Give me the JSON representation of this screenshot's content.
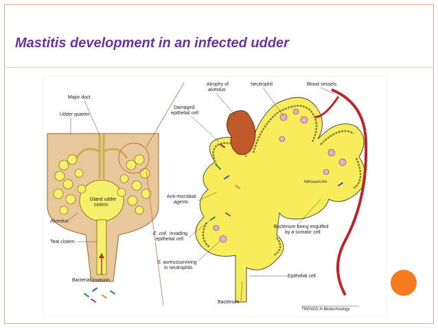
{
  "slide": {
    "title": "Mastitis development in an infected udder",
    "accent_color": "#f47b20",
    "title_color": "#7030a0",
    "frame_color": "#e8a890"
  },
  "figure": {
    "labels": {
      "major_duct": "Major duct",
      "udder_quarter": "Udder quarter",
      "gland_udder": "Gland udder",
      "cistern": "cistern",
      "alveolus": "Alveolus",
      "teat_cistern": "Teat cistern",
      "bacterial_invasion": "Bacterial invasion",
      "atrophy_1": "Atrophy of",
      "atrophy_2": "alveolus",
      "neutrophil": "Neutrophil",
      "blood_vessels": "Blood vessels",
      "damaged_1": "Damaged",
      "damaged_2": "epithelial cell",
      "antimicrobial_1": "Anti-microbial",
      "antimicrobial_2": "agents",
      "ecoli_1": "E. coli",
      "ecoli_1b": "invading",
      "ecoli_2": "epithelial cell",
      "saureus_1": "S. aureus",
      "saureus_1b": "surviving",
      "saureus_2": "in neutrophils",
      "bacterium": "Bacterium",
      "engulfed_1": "Bacterium being engulfed",
      "engulfed_2": "by a somatic cell",
      "epithelial_cell": "Epithelial cell",
      "nagase": "NAGase/LDH",
      "credit": "TRENDS in Biotechnology"
    }
  }
}
